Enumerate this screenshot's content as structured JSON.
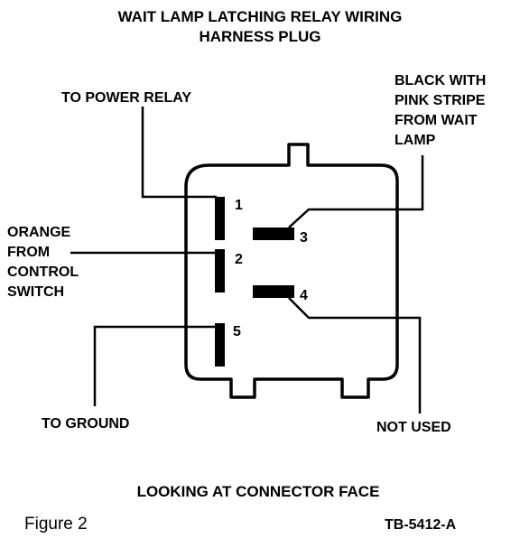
{
  "title": {
    "line1": "WAIT LAMP LATCHING RELAY WIRING",
    "line2": "HARNESS PLUG"
  },
  "labels": {
    "to_power_relay": "TO POWER RELAY",
    "black_pink": [
      "BLACK WITH",
      "PINK STRIPE",
      "FROM WAIT",
      "LAMP"
    ],
    "orange": [
      "ORANGE",
      "FROM",
      "CONTROL",
      "SWITCH"
    ],
    "to_ground": "TO GROUND",
    "not_used": "NOT USED"
  },
  "pins": [
    "1",
    "2",
    "3",
    "4",
    "5"
  ],
  "footer": {
    "caption": "LOOKING AT CONNECTOR FACE",
    "figure": "Figure 2",
    "ref": "TB-5412-A"
  }
}
